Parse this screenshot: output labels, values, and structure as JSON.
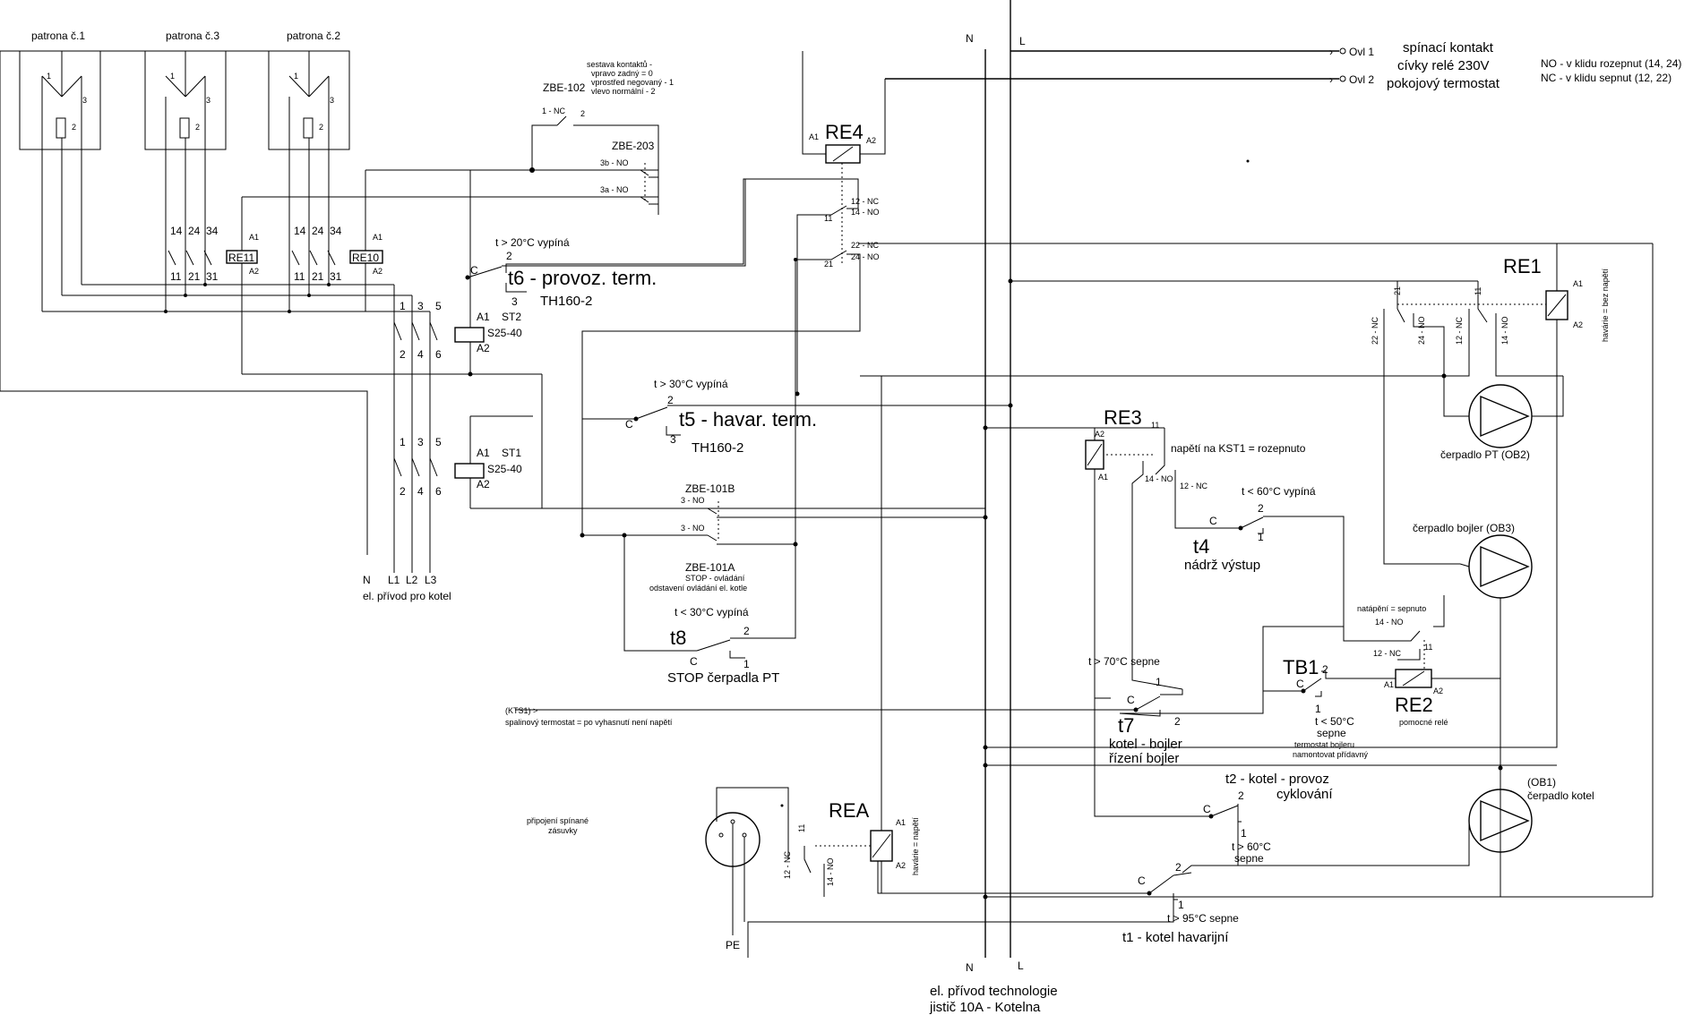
{
  "mains": {
    "n_top": "N",
    "l_top": "L",
    "n_bottom": "N",
    "l_bottom": "L",
    "supply_line1": "el. přívod technologie",
    "supply_line2": "jistič 10A - Kotelna"
  },
  "outputs": {
    "ovl1": "Ovl 1",
    "ovl2": "Ovl 2",
    "desc_line1": "spínací kontakt",
    "desc_line2": "cívky relé 230V",
    "desc_line3": "pokojový termostat",
    "no_note": "NO - v klidu rozepnut (14, 24)",
    "nc_note": "NC - v klidu sepnut (12, 22)"
  },
  "heaters": {
    "p1": "patrona č.1",
    "p3": "patrona č.3",
    "p2": "patrona č.2",
    "pin1": "1",
    "pin2": "2",
    "pin3": "3"
  },
  "boiler_supply": {
    "n": "N",
    "l1": "L1",
    "l2": "L2",
    "l3": "L3",
    "caption": "el. přívod pro kotel"
  },
  "relays": {
    "re11": "RE11",
    "re10": "RE10",
    "re4": "RE4",
    "re3": "RE3",
    "re1": "RE1",
    "re2": "RE2",
    "rea": "REA",
    "a1": "A1",
    "a2": "A2",
    "contacts": [
      "14",
      "24",
      "34",
      "11",
      "21",
      "31"
    ],
    "re2_caption": "pomocné relé",
    "re1_note": "havárie = bez napětí",
    "rea_note": "havárie = napětí",
    "re3_note": "napětí na KST1 = rozepnuto",
    "re2_note": "natápění = sepnuto",
    "c12nc": "12 - NC",
    "c14no": "14 - NO",
    "c22nc": "22 - NC",
    "c24no": "24 - NO",
    "c11": "11",
    "c21": "21"
  },
  "contactors": {
    "st2": "ST2",
    "st1": "ST1",
    "type": "S25-40",
    "a1": "A1",
    "a2": "A2",
    "poles": [
      "1",
      "3",
      "5",
      "2",
      "4",
      "6"
    ]
  },
  "switches": {
    "zbe102": "ZBE-102",
    "zbe203": "ZBE-203",
    "zbe101b": "ZBE-101B",
    "zbe101a": "ZBE-101A",
    "contact_set_line1": "sestava kontaktů -",
    "contact_set_line2": "vpravo zadný = 0",
    "contact_set_line3": "vprostřed negovaný - 1",
    "contact_set_line4": "vlevo normální - 2",
    "stop_line1": "STOP - ovládání",
    "stop_line2": "odstavení ovládání el. kotle",
    "c1nc": "1 - NC",
    "c2": "2",
    "c3bno": "3b - NO",
    "c3ano": "3a - NO",
    "c3no": "3 - NO"
  },
  "thermostats": {
    "t6_cond": "t > 20°C  vypíná",
    "t6_name": "t6 - provoz. term.",
    "t6_type": "TH160-2",
    "t5_cond": "t > 30°C vypíná",
    "t5_name": "t5 - havar. term.",
    "t5_type": "TH160-2",
    "t8_cond": "t < 30°C vypíná",
    "t8_name": "t8",
    "t8_caption": "STOP čerpadla PT",
    "t4_cond": "t < 60°C vypíná",
    "t4_name": "t4",
    "t4_caption": "nádrž výstup",
    "t7_cond": "t > 70°C sepne",
    "t7_name": "t7",
    "t7_cap1": "kotel - bojler",
    "t7_cap2": "řízení bojler",
    "tb1_name": "TB1",
    "tb1_cond1": "t < 50°C",
    "tb1_cond2": "sepne",
    "tb1_note1": "termostat bojleru",
    "tb1_note2": "namontovat přídavný",
    "t2_name1": "t2 - kotel - provoz",
    "t2_name2": "cyklování",
    "t2_cond1": "t > 60°C",
    "t2_cond2": "sepne",
    "t1_cond": "t > 95°C sepne",
    "t1_name": "t1 - kotel havarijní",
    "c": "C",
    "one": "1",
    "two": "2",
    "three": "3"
  },
  "pumps": {
    "ob2": "čerpadlo PT (OB2)",
    "ob3": "čerpadlo bojler (OB3)",
    "ob1_line1": "(OB1)",
    "ob1_line2": "čerpadlo kotel"
  },
  "flue": {
    "kts1": "(KTS1) >",
    "desc": "spalinový termostat = po vyhasnutí není napětí"
  },
  "socket": {
    "caption_line1": "připojení spínané",
    "caption_line2": "zásuvky",
    "pe": "PE"
  }
}
